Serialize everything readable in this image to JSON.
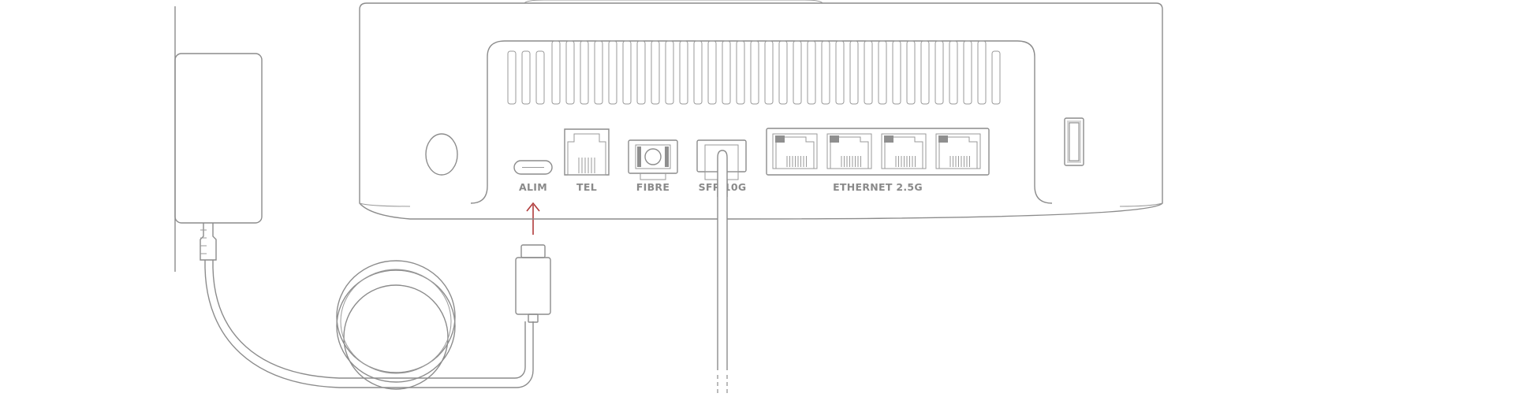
{
  "ports": {
    "alim": "ALIM",
    "tel": "TEL",
    "fibre": "FIBRE",
    "sfp": "SFP 10G",
    "ethernet": "ETHERNET 2.5G"
  },
  "colors": {
    "line": "#8c8c8c",
    "label": "#8a8a8a",
    "arrow": "#b03a3a",
    "port_fill": "#8f8f8f"
  },
  "icons": [
    "power-adapter",
    "usb-c-plug",
    "fiber-cable",
    "coiled-cable",
    "rj45-port",
    "power-button"
  ]
}
